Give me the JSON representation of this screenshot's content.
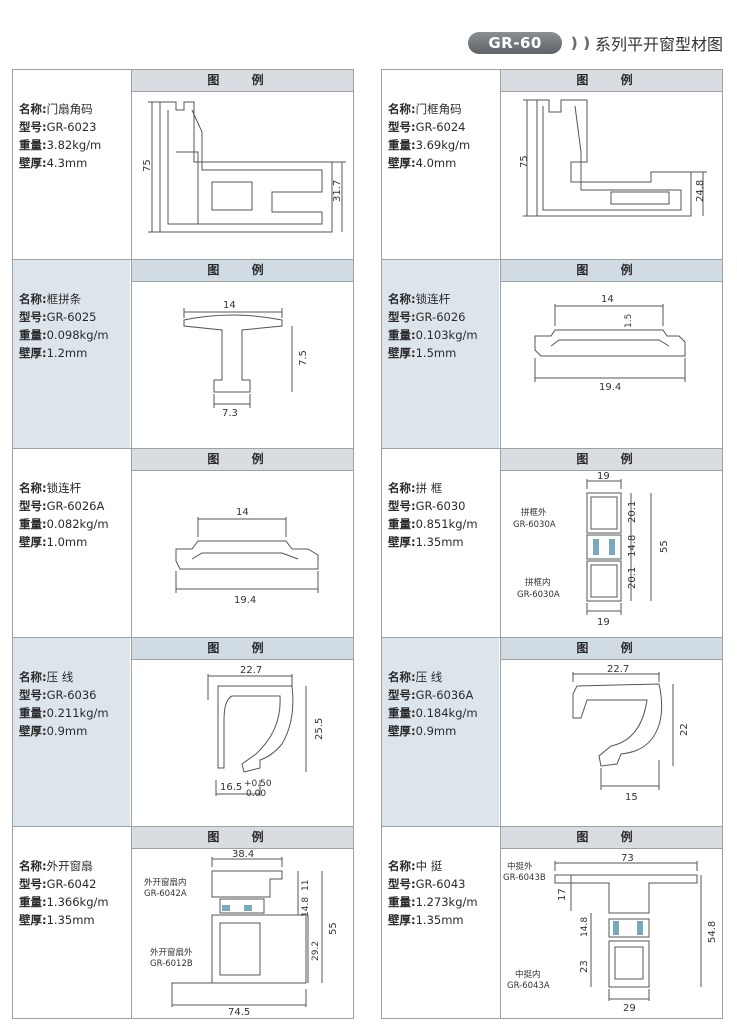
{
  "header": {
    "series": "GR-60",
    "title": "系列平开窗型材图"
  },
  "caption": "图 例",
  "labels": {
    "name": "名称:",
    "model": "型号:",
    "weight": "重量:",
    "thickness": "壁厚:"
  },
  "left": [
    {
      "name": "门扇角码",
      "model": "GR-6023",
      "weight": "3.82kg/m",
      "thickness": "4.3mm",
      "dims": [
        "75",
        "31.7"
      ]
    },
    {
      "name": "框拼条",
      "model": "GR-6025",
      "weight": "0.098kg/m",
      "thickness": "1.2mm",
      "dims": [
        "14",
        "7.5",
        "7.3"
      ]
    },
    {
      "name": "锁连杆",
      "model": "GR-6026A",
      "weight": "0.082kg/m",
      "thickness": "1.0mm",
      "dims": [
        "14",
        "19.4"
      ]
    },
    {
      "name": "压 线",
      "model": "GR-6036",
      "weight": "0.211kg/m",
      "thickness": "0.9mm",
      "dims": [
        "22.7",
        "25.5",
        "16.5",
        "+0.50",
        "0.00"
      ]
    },
    {
      "name": "外开窗扇",
      "model": "GR-6042",
      "weight": "1.366kg/m",
      "thickness": "1.35mm",
      "dims": [
        "38.4",
        "11",
        "14.8",
        "29.2",
        "55",
        "74.5"
      ],
      "parts": [
        "外开窗扇内",
        "GR-6042A",
        "外开窗扇外",
        "GR-6012B"
      ]
    }
  ],
  "right": [
    {
      "name": "门框角码",
      "model": "GR-6024",
      "weight": "3.69kg/m",
      "thickness": "4.0mm",
      "dims": [
        "75",
        "24.8"
      ]
    },
    {
      "name": "锁连杆",
      "model": "GR-6026",
      "weight": "0.103kg/m",
      "thickness": "1.5mm",
      "dims": [
        "14",
        "1.5",
        "19.4"
      ]
    },
    {
      "name": "拼 框",
      "model": "GR-6030",
      "weight": "0.851kg/m",
      "thickness": "1.35mm",
      "dims": [
        "19",
        "20.1",
        "14.8",
        "20.1",
        "55",
        "19"
      ],
      "parts": [
        "拼框外",
        "GR-6030A",
        "拼框内",
        "GR-6030A"
      ]
    },
    {
      "name": "压 线",
      "model": "GR-6036A",
      "weight": "0.184kg/m",
      "thickness": "0.9mm",
      "dims": [
        "22.7",
        "22",
        "15"
      ]
    },
    {
      "name": "中 挺",
      "model": "GR-6043",
      "weight": "1.273kg/m",
      "thickness": "1.35mm",
      "dims": [
        "73",
        "17",
        "14.8",
        "23",
        "54.8",
        "29"
      ],
      "parts": [
        "中挺外",
        "GR-6043B",
        "中挺内",
        "GR-6043A"
      ]
    }
  ]
}
